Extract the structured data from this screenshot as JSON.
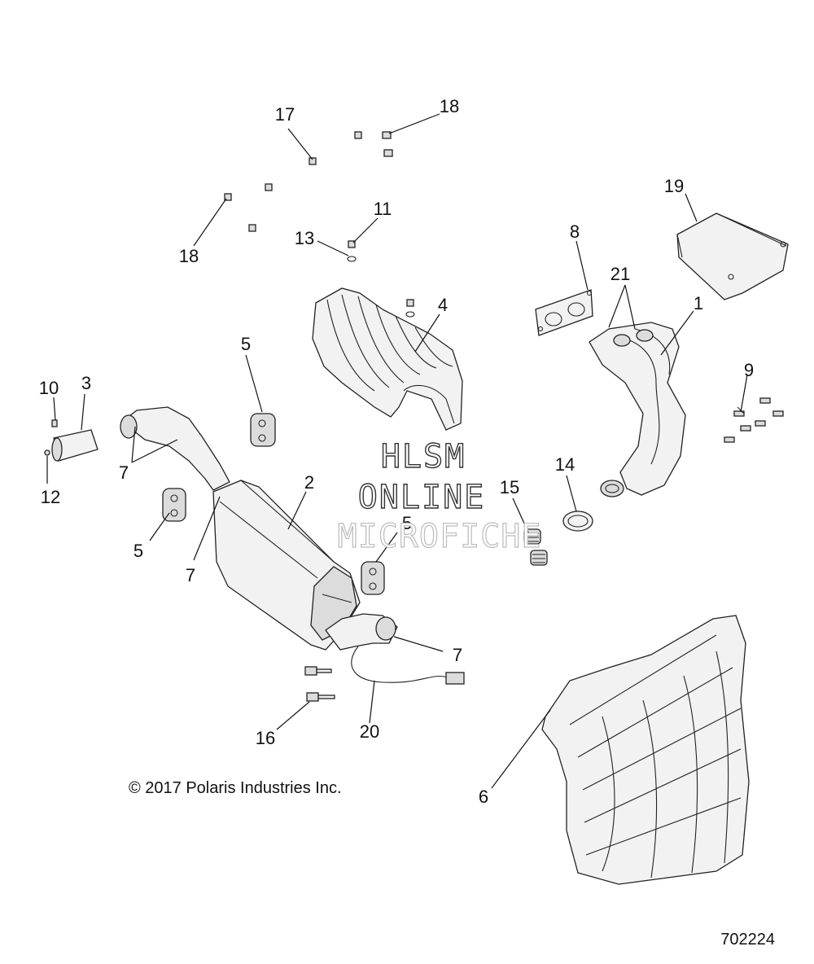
{
  "callouts": [
    "1",
    "2",
    "3",
    "4",
    "5",
    "6",
    "7",
    "8",
    "9",
    "10",
    "11",
    "12",
    "13",
    "14",
    "15",
    "16",
    "17",
    "18",
    "19",
    "20",
    "21"
  ],
  "watermark": {
    "line1": "HLSM",
    "line2": "ONLINE",
    "line3": "MICROFICHE"
  },
  "copyright": "© 2017 Polaris Industries Inc.",
  "diagram_id": "702224"
}
